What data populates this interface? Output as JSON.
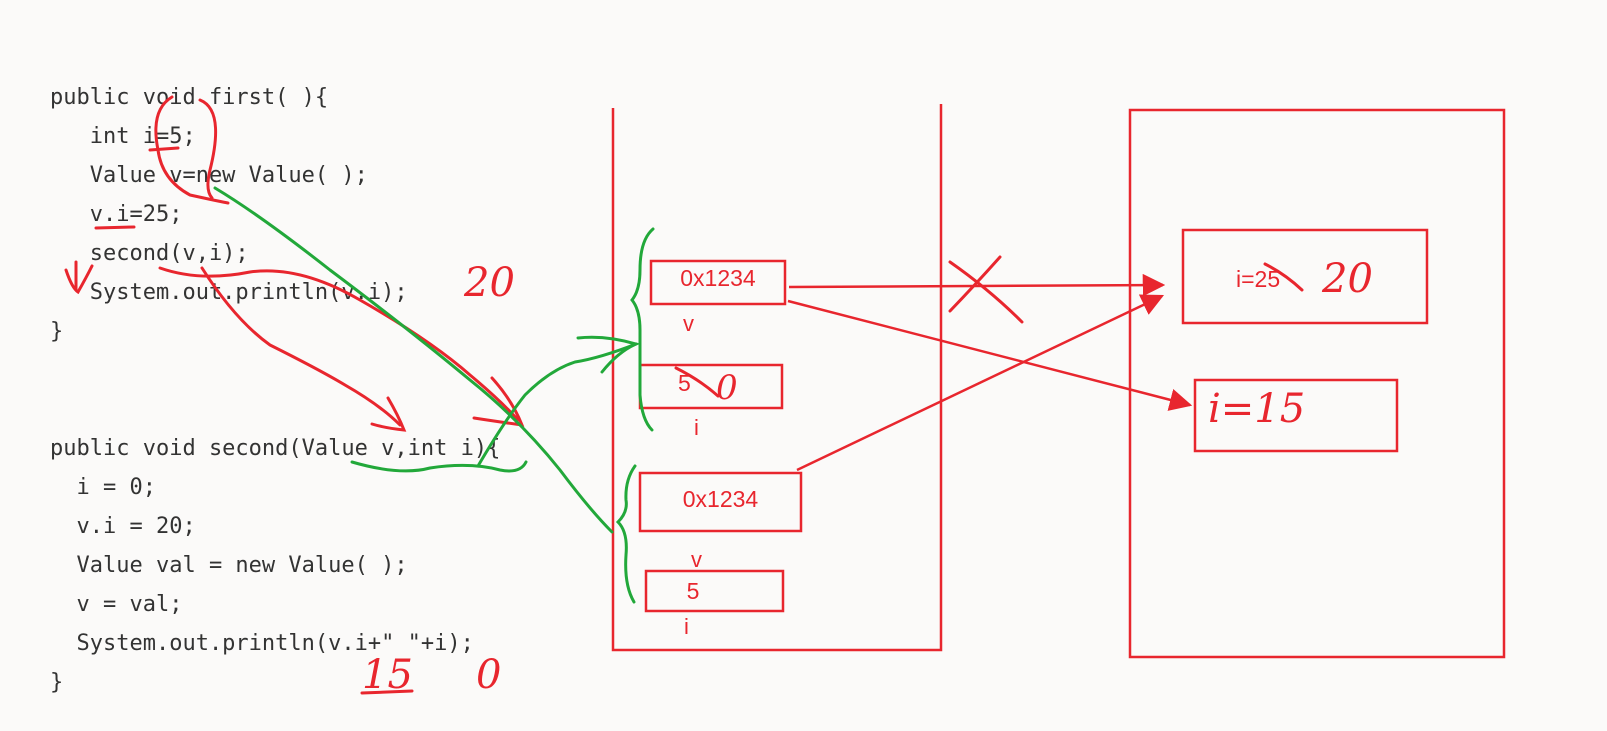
{
  "colors": {
    "ink": "#e8262e",
    "green": "#22a83a",
    "code": "#333333",
    "background": "#fbfaf9"
  },
  "code_first": [
    "public void first( ){",
    "   int i=5;",
    "   Value v=new Value( );",
    "   v.i=25;",
    "   second(v,i);",
    "   System.out.println(v.i);",
    "}"
  ],
  "code_second": [
    "public void second(Value v,int i){",
    "  i = 0;",
    "  v.i = 20;",
    "  Value val = new Value( );",
    "  v = val;",
    "  System.out.println(v.i+\" \"+i);",
    "}"
  ],
  "stack": {
    "first_frame": {
      "v_value": "0x1234",
      "v_label": "v",
      "i_value": "5",
      "i_label": "i"
    },
    "second_frame": {
      "v_value": "0x1234",
      "v_label": "v",
      "i_value": "5",
      "i_label": "i"
    }
  },
  "heap": {
    "object1": "i=25",
    "object2": "i=15"
  },
  "annotations": {
    "first_println_result": "20",
    "obj1_new_value": "20",
    "second_frame_i_new": "0",
    "second_println_v": "15",
    "second_println_i": "0"
  }
}
